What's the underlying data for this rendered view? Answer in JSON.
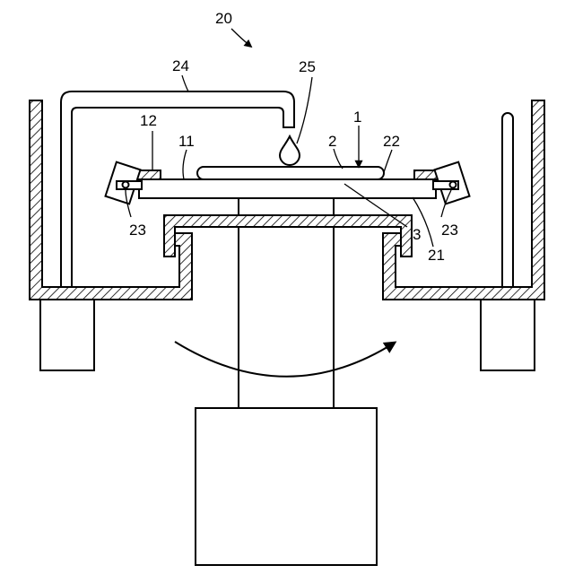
{
  "figure_label": "20",
  "labels": {
    "wafer": "1",
    "film": "2",
    "layer": "3",
    "table": "11",
    "guard": "12",
    "chuck": "21",
    "ring": "22",
    "pin_left": "23",
    "pin_right": "23",
    "nozzle": "24",
    "droplet": "25"
  }
}
